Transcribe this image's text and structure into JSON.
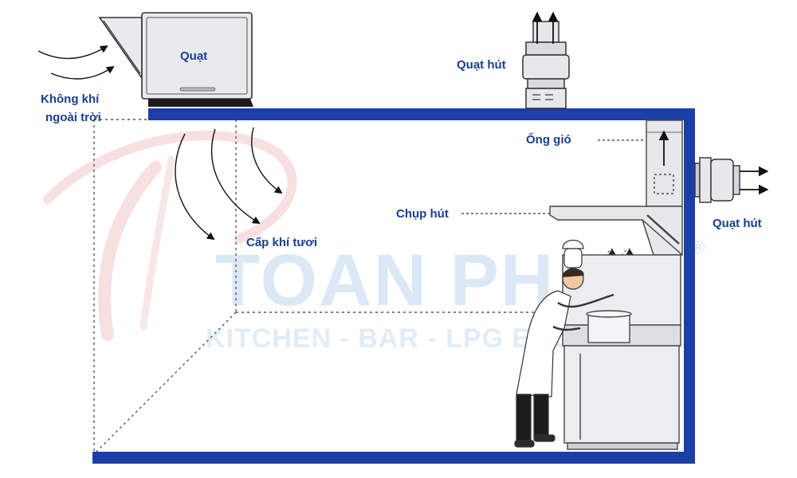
{
  "labels": {
    "fan_top": "Quạt",
    "outside_air_line1": "Không khí",
    "outside_air_line2": "ngoài trời",
    "exhaust_fan_top": "Quạt hút",
    "duct": "Ống gió",
    "hood": "Chụp hút",
    "fresh_air_supply": "Cấp khí tươi",
    "exhaust_fan_side": "Quạt hút"
  },
  "watermark": {
    "brand": "TOAN PHAT",
    "tagline": "KITCHEN - BAR - LPG EQUIPMENT",
    "registered_mark": "®"
  },
  "colors": {
    "label_blue": "#1a3f8f",
    "wall_blue": "#1b3fa6",
    "equipment_gray": "#e3e5e7",
    "watermark_red": "#f2c7c7",
    "watermark_blue": "#dbe8f6"
  }
}
